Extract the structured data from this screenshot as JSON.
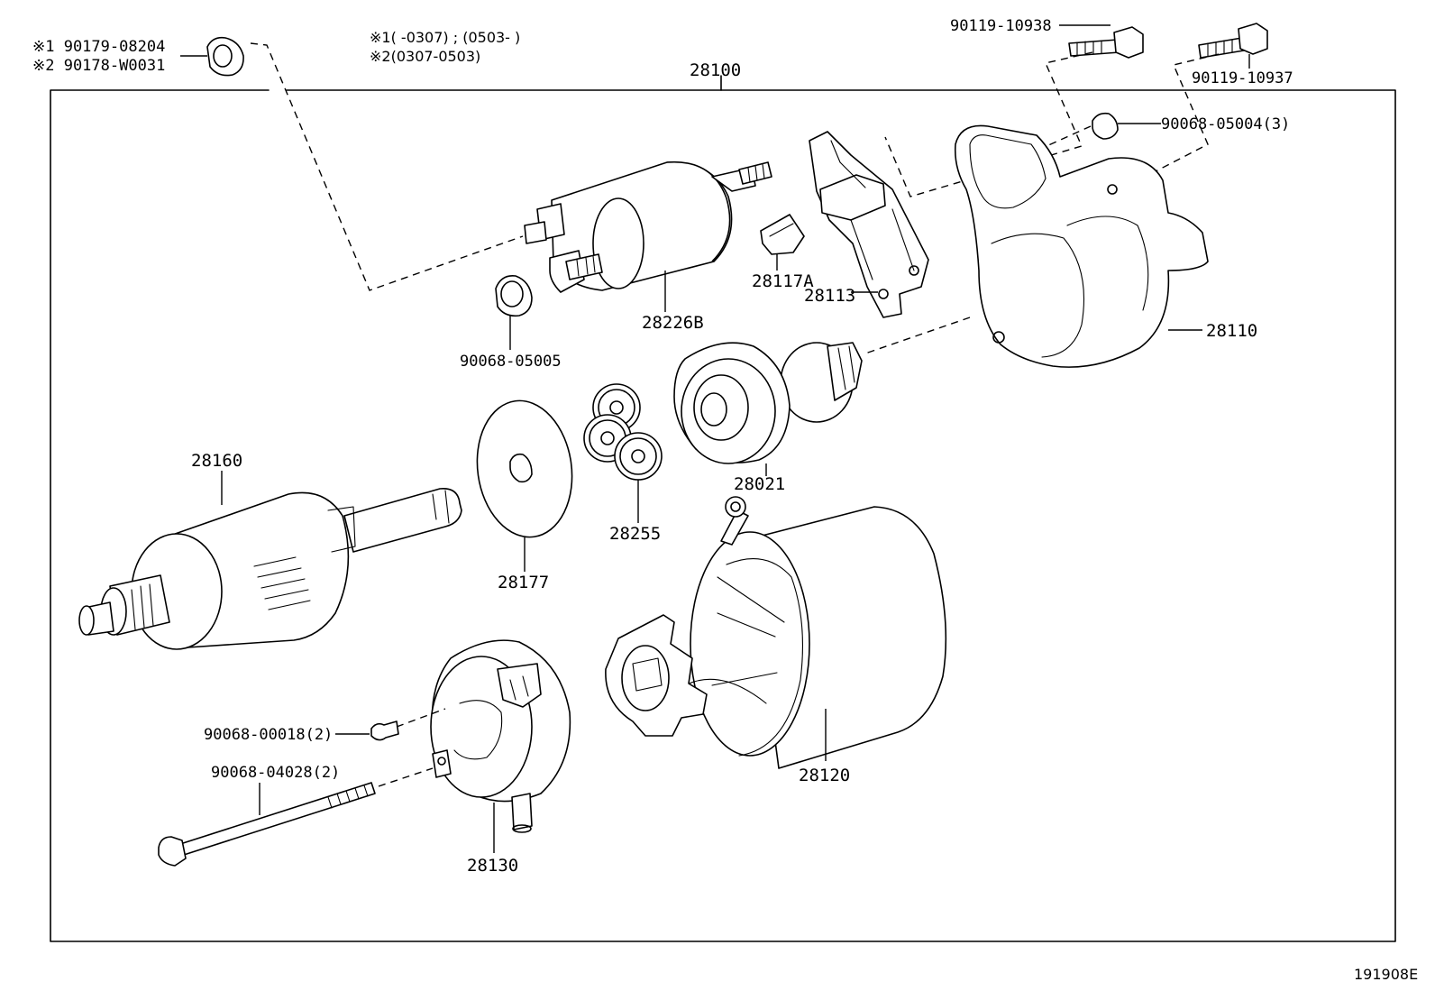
{
  "diagram": {
    "assembly_label": "28100",
    "notes": {
      "line1": "※1(        -0307) ; (0503-        )",
      "line2": "※2(0307-0503)"
    },
    "callouts": {
      "p_90179": "※1 90179-08204",
      "p_90178": "※2 90178-W0031",
      "p_10938": "90119-10938",
      "p_10937": "90119-10937",
      "p_05004": "90068-05004(3)",
      "p_28226B": "28226B",
      "p_28117A": "28117A",
      "p_28113": "28113",
      "p_28110": "28110",
      "p_05005": "90068-05005",
      "p_28021": "28021",
      "p_28160": "28160",
      "p_28177": "28177",
      "p_28255": "28255",
      "p_00018": "90068-00018(2)",
      "p_04028": "90068-04028(2)",
      "p_28120": "28120",
      "p_28130": "28130"
    },
    "figure_id": "191908E"
  }
}
